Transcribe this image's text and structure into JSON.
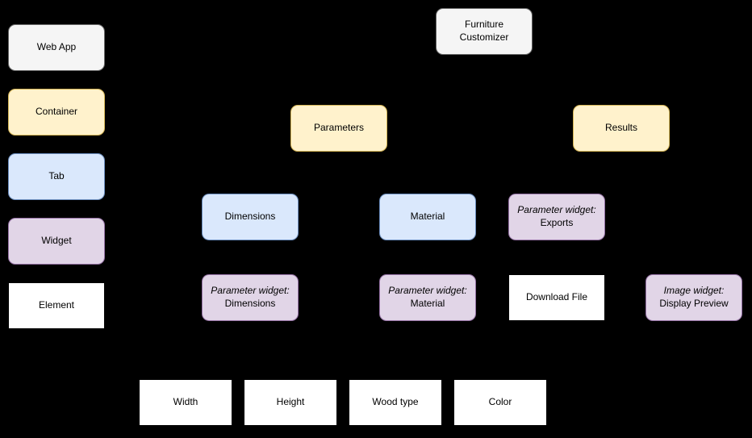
{
  "colors": {
    "background": "#000000",
    "text": "#000000",
    "webapp_fill": "#f5f5f5",
    "webapp_border": "#666666",
    "container_fill": "#fff2cc",
    "container_border": "#d6b656",
    "tab_fill": "#dae8fc",
    "tab_border": "#6c8ebf",
    "widget_fill": "#e1d5e7",
    "widget_border": "#9673a6",
    "element_fill": "#ffffff",
    "element_border": "#000000"
  },
  "legend": {
    "items": [
      {
        "label": "Web App"
      },
      {
        "label": "Container"
      },
      {
        "label": "Tab"
      },
      {
        "label": "Widget"
      },
      {
        "label": "Element"
      }
    ]
  },
  "diagram": {
    "nodes": [
      {
        "label": "Furniture Customizer"
      },
      {
        "label": "Parameters"
      },
      {
        "label": "Results"
      },
      {
        "label": "Dimensions"
      },
      {
        "label": "Material"
      },
      {
        "prefix": "Parameter widget:",
        "label": "Exports"
      },
      {
        "prefix": "Parameter widget:",
        "label": "Dimensions"
      },
      {
        "prefix": "Parameter widget:",
        "label": "Material"
      },
      {
        "label": "Download File"
      },
      {
        "prefix": "Image widget:",
        "label": "Display Preview"
      },
      {
        "label": "Width"
      },
      {
        "label": "Height"
      },
      {
        "label": "Wood type"
      },
      {
        "label": "Color"
      }
    ]
  }
}
